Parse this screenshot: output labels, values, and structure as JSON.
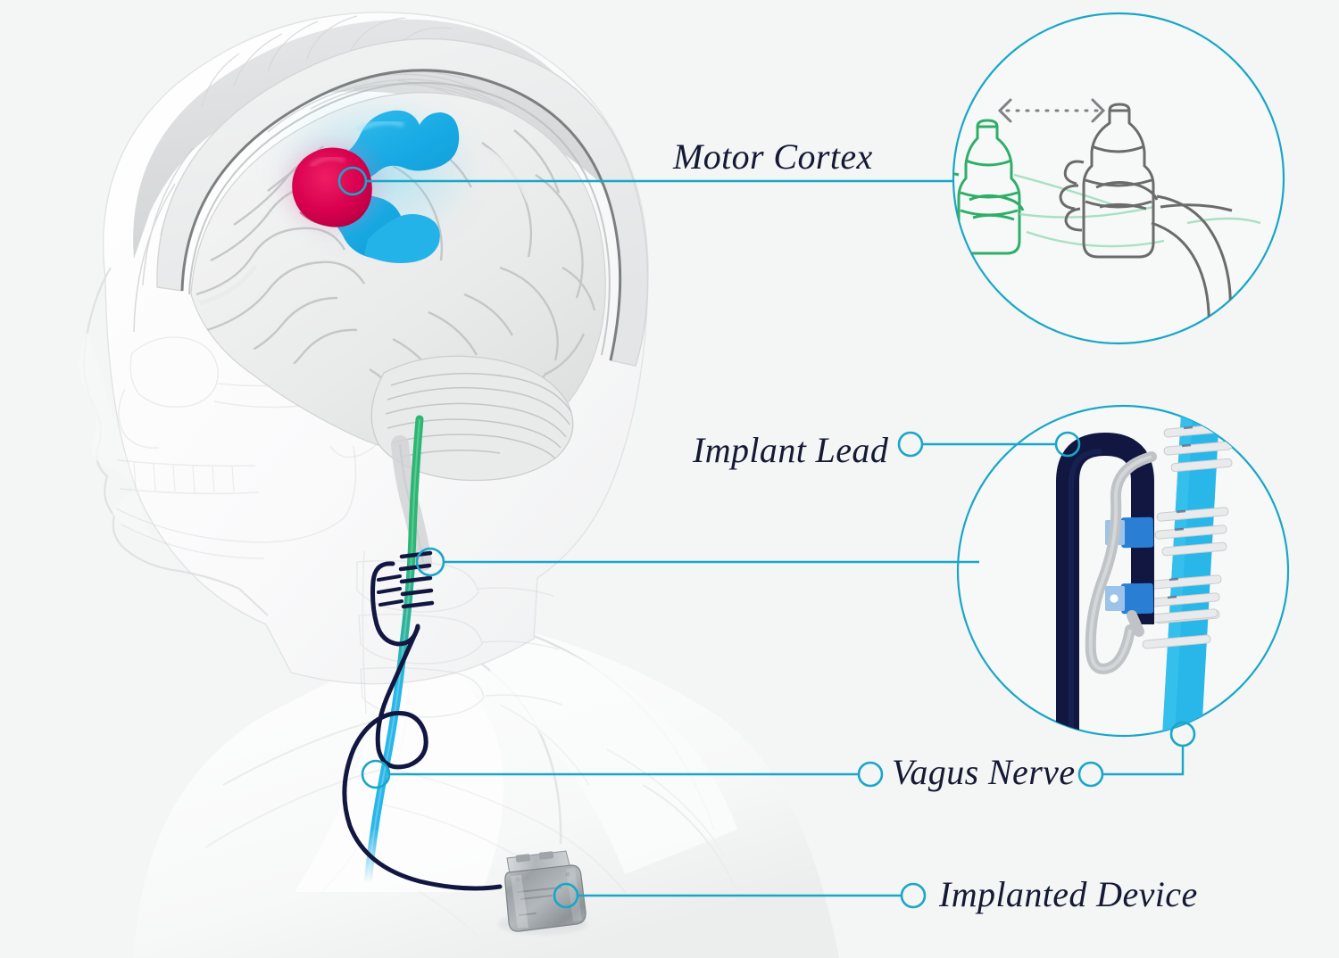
{
  "diagram": {
    "title": "Vagus Nerve Stimulation Implant — Anatomical Overview",
    "background_color": "#f4f5f5",
    "accent_color": "#17a2c6",
    "label_text_color": "#141a33"
  },
  "labels": {
    "motor_cortex": "Motor Cortex",
    "implant_lead": "Implant Lead",
    "vagus_nerve": "Vagus Nerve",
    "implanted_device": "Implanted Device"
  },
  "anatomy": {
    "head": {
      "name": "ghosted male head, lateral view, facing left",
      "tint": "#ffffff",
      "outline_color": "#d9dadc"
    },
    "skull": {
      "name": "translucent skull with cranial vault cutaway",
      "color": "#e8e9ea"
    },
    "brain": {
      "name": "cerebrum with gyri and cerebellum",
      "color": "#eceded"
    },
    "motor_cortex_strip": {
      "name": "precentral gyrus highlighted",
      "color": "#21b0e6",
      "glow": "#9fe3f7"
    },
    "hand_motor_area": {
      "name": "hand knob region of motor cortex",
      "color": "#d8004f",
      "glow": "#f5a8c6"
    },
    "vagus_nerve_path": {
      "name": "vagus nerve descending through neck",
      "color_upper": "#2bb673",
      "color_lower": "#29b6e8"
    },
    "implant_lead_path": {
      "name": "implant lead helical coil and strain relief loop",
      "color": "#111741"
    },
    "shirt": {
      "name": "white collared dress shirt",
      "color": "#fbfbfb"
    }
  },
  "device": {
    "name": "implanted pulse generator",
    "body_color": "#9aa0a4",
    "header_color": "#c8ccce",
    "lead_color": "#111741"
  },
  "insets": {
    "motor_cortex_inset": {
      "name": "reach-and-grasp bottle illustration",
      "border_color": "#19a6c8",
      "items": [
        {
          "name": "bottle-target-green",
          "label": "intended grasp target",
          "color": "#2eae69"
        },
        {
          "name": "bottle-actual-gray",
          "label": "actual hand position",
          "color": "#6b6b6b"
        },
        {
          "name": "movement-arrow",
          "label": "dotted double-headed arrow",
          "color": "#7f8284"
        }
      ]
    },
    "implant_lead_inset": {
      "name": "lead cuff on vagus nerve closeup",
      "border_color": "#19a6c8",
      "items": [
        {
          "name": "lead-body",
          "label": "implant lead body",
          "color": "#111741"
        },
        {
          "name": "electrode-contact",
          "label": "electrode contact band",
          "color": "#2a7fd4"
        },
        {
          "name": "connector-cable",
          "label": "silicone connector cable",
          "color": "#bfc3c6"
        },
        {
          "name": "nerve-trunk",
          "label": "vagus nerve trunk",
          "color": "#29b6e8"
        },
        {
          "name": "suture-wrap",
          "label": "helical suture wraps",
          "color": "#e6e8ea"
        }
      ]
    }
  },
  "connectors": [
    {
      "name": "motor-cortex-connector",
      "from": "brain hand motor area",
      "to": "motor cortex inset",
      "color": "#19a6c8"
    },
    {
      "name": "implant-lead-connector",
      "from": "neck lead coil",
      "to": "implant lead inset",
      "color": "#19a6c8"
    },
    {
      "name": "vagus-nerve-connector",
      "from": "vagus nerve in neck",
      "to": "vagus nerve in inset",
      "color": "#19a6c8"
    },
    {
      "name": "implanted-device-connector",
      "from": "pulse generator",
      "to": "implanted device label",
      "color": "#19a6c8"
    }
  ]
}
